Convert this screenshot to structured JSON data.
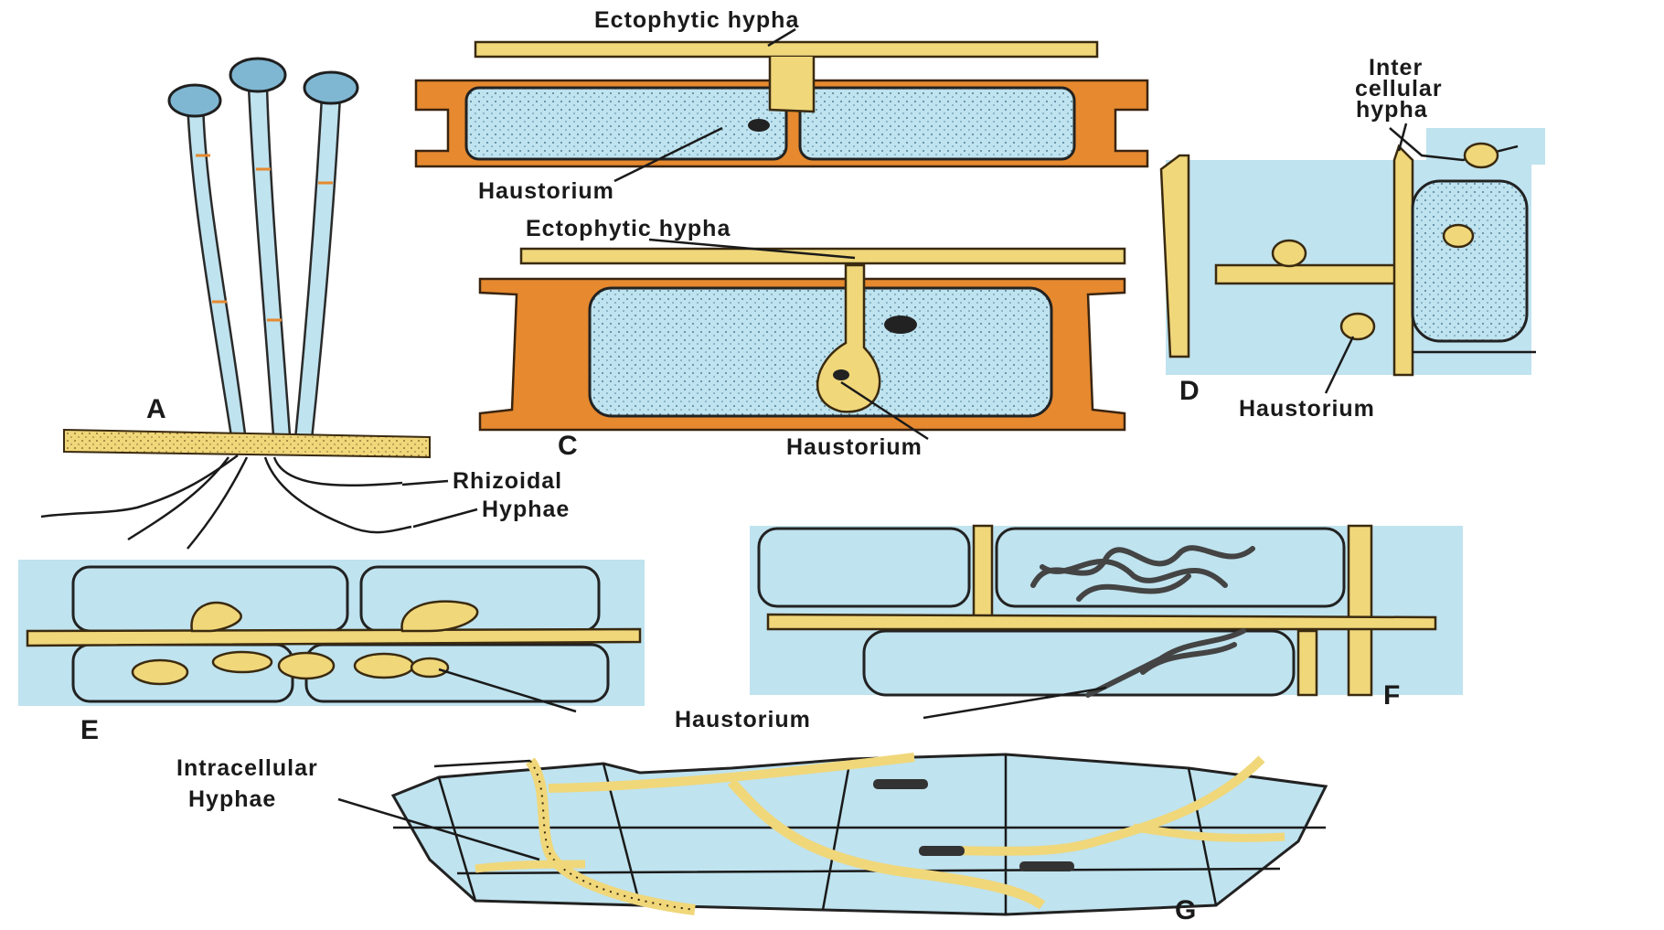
{
  "colors": {
    "cell_blue": "#bfe3ef",
    "wall_orange": "#e6892f",
    "hypha_yellow": "#f0d77a",
    "outline": "#1a1a1a"
  },
  "panels": {
    "A": "A",
    "C": "C",
    "D": "D",
    "E": "E",
    "F": "F",
    "G": "G"
  },
  "labels": {
    "ectophytic_hypha_top": "Ectophytic hypha",
    "haustorium_top": "Haustorium",
    "ectophytic_hypha_c": "Ectophytic hypha",
    "haustorium_c": "Haustorium",
    "inter_line1": "Inter",
    "inter_line2": "cellular",
    "inter_line3": "hypha",
    "haustorium_d": "Haustorium",
    "rhizoidal": "Rhizoidal",
    "hyphae_a": "Hyphae",
    "haustorium_f": "Haustorium",
    "intracellular": "Intracellular",
    "hyphae_g": "Hyphae"
  }
}
